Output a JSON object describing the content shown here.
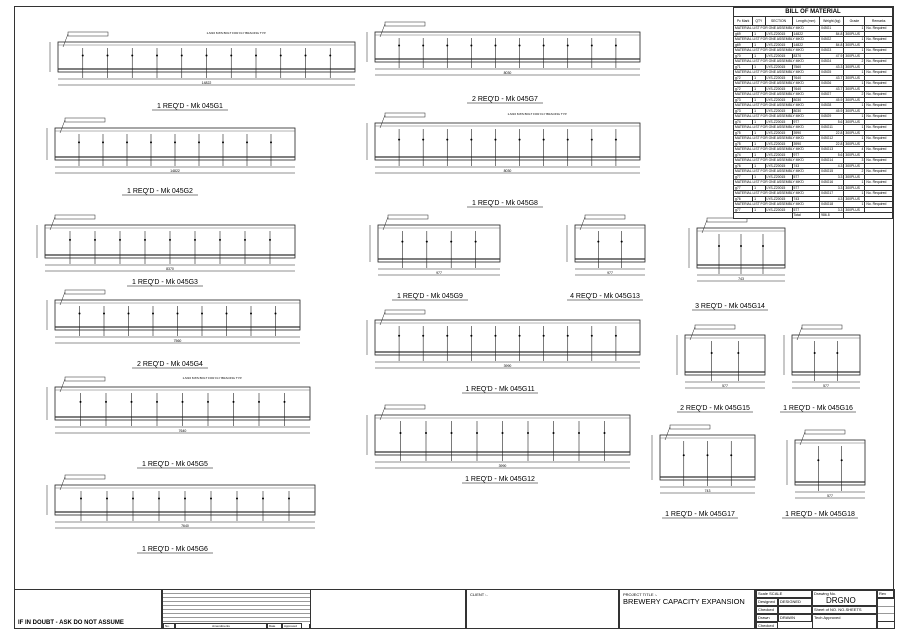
{
  "drawing": {
    "parts": [
      {
        "label": "1 REQ'D - Mk 045G1",
        "length": "14822",
        "note": "1-M16 8.8/S BOLT FOR FLY BRACING TYP."
      },
      {
        "label": "1 REQ'D - Mk 045G2",
        "length": "14822",
        "note": ""
      },
      {
        "label": "1 REQ'D - Mk 045G3",
        "length": "8370",
        "note": ""
      },
      {
        "label": "2 REQ'D - Mk 045G4",
        "length": "7560",
        "note": ""
      },
      {
        "label": "1 REQ'D - Mk 045G5",
        "length": "7640",
        "note": "1-M16 8.8/S BOLT FOR FLY BRACING TYP."
      },
      {
        "label": "1 REQ'D - Mk 045G6",
        "length": "7640",
        "note": ""
      },
      {
        "label": "2 REQ'D - Mk 045G7",
        "length": "8030",
        "note": ""
      },
      {
        "label": "1 REQ'D - Mk 045G8",
        "length": "8030",
        "note": "1-M16 8.8/S BOLT FOR FLY BRACING TYP."
      },
      {
        "label": "1 REQ'D - Mk 045G9",
        "length": "977",
        "note": ""
      },
      {
        "label": "4 REQ'D - Mk 045G13",
        "length": "977",
        "note": ""
      },
      {
        "label": "3 REQ'D - Mk 045G14",
        "length": "743",
        "note": ""
      },
      {
        "label": "1 REQ'D - Mk 045G11",
        "length": "3990",
        "note": ""
      },
      {
        "label": "1 REQ'D - Mk 045G12",
        "length": "3990",
        "note": ""
      },
      {
        "label": "2 REQ'D - Mk 045G15",
        "length": "577",
        "note": ""
      },
      {
        "label": "1 REQ'D - Mk 045G16",
        "length": "577",
        "note": ""
      },
      {
        "label": "1 REQ'D - Mk 045G17",
        "length": "743",
        "note": ""
      },
      {
        "label": "1 REQ'D - Mk 045G18",
        "length": "577",
        "note": ""
      }
    ]
  },
  "bom": {
    "title": "BILL OF MATERIAL",
    "headers": [
      "Pc Mark",
      "QTY",
      "SECTION",
      "Length (mm)",
      "Weight (kg)",
      "Grade",
      "Remarks"
    ],
    "list_label": "MATERIAL LIST FOR ONE ASSEMBLY MK'D",
    "required_label": "No. Required",
    "rows": [
      {
        "mark": "045G1",
        "req": "1",
        "pc": "g69",
        "qty": "1",
        "section": "LYS-Z20015",
        "length": "14822",
        "weight": "84.8",
        "grade": "300PLUS"
      },
      {
        "mark": "045G2",
        "req": "1",
        "pc": "g69",
        "qty": "1",
        "section": "LYS-Z20015",
        "length": "14822",
        "weight": "84.8",
        "grade": "300PLUS"
      },
      {
        "mark": "045G3",
        "req": "1",
        "pc": "g70",
        "qty": "1",
        "section": "LYS-Z20015",
        "length": "8370",
        "weight": "47.9",
        "grade": "300PLUS"
      },
      {
        "mark": "045G4",
        "req": "2",
        "pc": "g71",
        "qty": "1",
        "section": "LYS-Z20015",
        "length": "7560",
        "weight": "43.3",
        "grade": "300PLUS"
      },
      {
        "mark": "045G5",
        "req": "1",
        "pc": "g72",
        "qty": "1",
        "section": "LYS-Z20015",
        "length": "7640",
        "weight": "43.7",
        "grade": "300PLUS"
      },
      {
        "mark": "045G6",
        "req": "1",
        "pc": "g72",
        "qty": "1",
        "section": "LYS-Z20015",
        "length": "7640",
        "weight": "43.7",
        "grade": "300PLUS"
      },
      {
        "mark": "045G7",
        "req": "2",
        "pc": "g73",
        "qty": "1",
        "section": "LYS-Z20015",
        "length": "8030",
        "weight": "45.9",
        "grade": "300PLUS"
      },
      {
        "mark": "045G8",
        "req": "1",
        "pc": "g73",
        "qty": "1",
        "section": "LYS-Z20015",
        "length": "8030",
        "weight": "45.9",
        "grade": "300PLUS"
      },
      {
        "mark": "045G9",
        "req": "1",
        "pc": "g74",
        "qty": "1",
        "section": "LYS-Z20015",
        "length": "977",
        "weight": "5.6",
        "grade": "300PLUS"
      },
      {
        "mark": "045G11",
        "req": "1",
        "pc": "g75",
        "qty": "1",
        "section": "LYS-Z20015",
        "length": "3990",
        "weight": "22.8",
        "grade": "300PLUS"
      },
      {
        "mark": "045G12",
        "req": "1",
        "pc": "g75",
        "qty": "1",
        "section": "LYS-Z20015",
        "length": "3990",
        "weight": "22.8",
        "grade": "300PLUS"
      },
      {
        "mark": "045G13",
        "req": "4",
        "pc": "g74",
        "qty": "1",
        "section": "LYS-Z20015",
        "length": "977",
        "weight": "5.6",
        "grade": "300PLUS"
      },
      {
        "mark": "045G14",
        "req": "3",
        "pc": "g76",
        "qty": "1",
        "section": "LYS-Z20015",
        "length": "743",
        "weight": "4.3",
        "grade": "300PLUS"
      },
      {
        "mark": "045G15",
        "req": "2",
        "pc": "g77",
        "qty": "1",
        "section": "LYS-Z20015",
        "length": "577",
        "weight": "3.3",
        "grade": "300PLUS"
      },
      {
        "mark": "045G16",
        "req": "1",
        "pc": "g77",
        "qty": "1",
        "section": "LYS-Z20015",
        "length": "577",
        "weight": "3.3",
        "grade": "300PLUS"
      },
      {
        "mark": "045G17",
        "req": "1",
        "pc": "g76",
        "qty": "1",
        "section": "LYS-Z20015",
        "length": "743",
        "weight": "4.3",
        "grade": "300PLUS"
      },
      {
        "mark": "045G18",
        "req": "1",
        "pc": "g77",
        "qty": "1",
        "section": "LYS-Z20015",
        "length": "577",
        "weight": "3.3",
        "grade": "300PLUS"
      }
    ],
    "total_label": "Total",
    "total_weight": "986.8"
  },
  "title_block": {
    "warning": "IF IN DOUBT - ASK DO NOT ASSUME",
    "rev_no": "No.",
    "rev_amend": "Amendments",
    "rev_date": "Date",
    "rev_approved": "Approved",
    "client_label": "CLIENT :-",
    "project_label": "PROJECT TITLE :-",
    "project_title": "BREWERY CAPACITY EXPANSION",
    "scale_label": "Scale",
    "scale_value": "SCALE",
    "designed_label": "Designed",
    "designed_value": "DESIGNED",
    "checked_label": "Checked",
    "drawn_label": "Drawn",
    "drawn_value": "DRAWN",
    "checked2_label": "Checked",
    "drawing_no_label": "Drawing No.",
    "drawing_no": "DRGNO",
    "sheet_label": "Sheet of NO.",
    "sheet_value": "NO-SHEETS",
    "tech_label": "Tech Approved",
    "rev_label": "Rev"
  }
}
